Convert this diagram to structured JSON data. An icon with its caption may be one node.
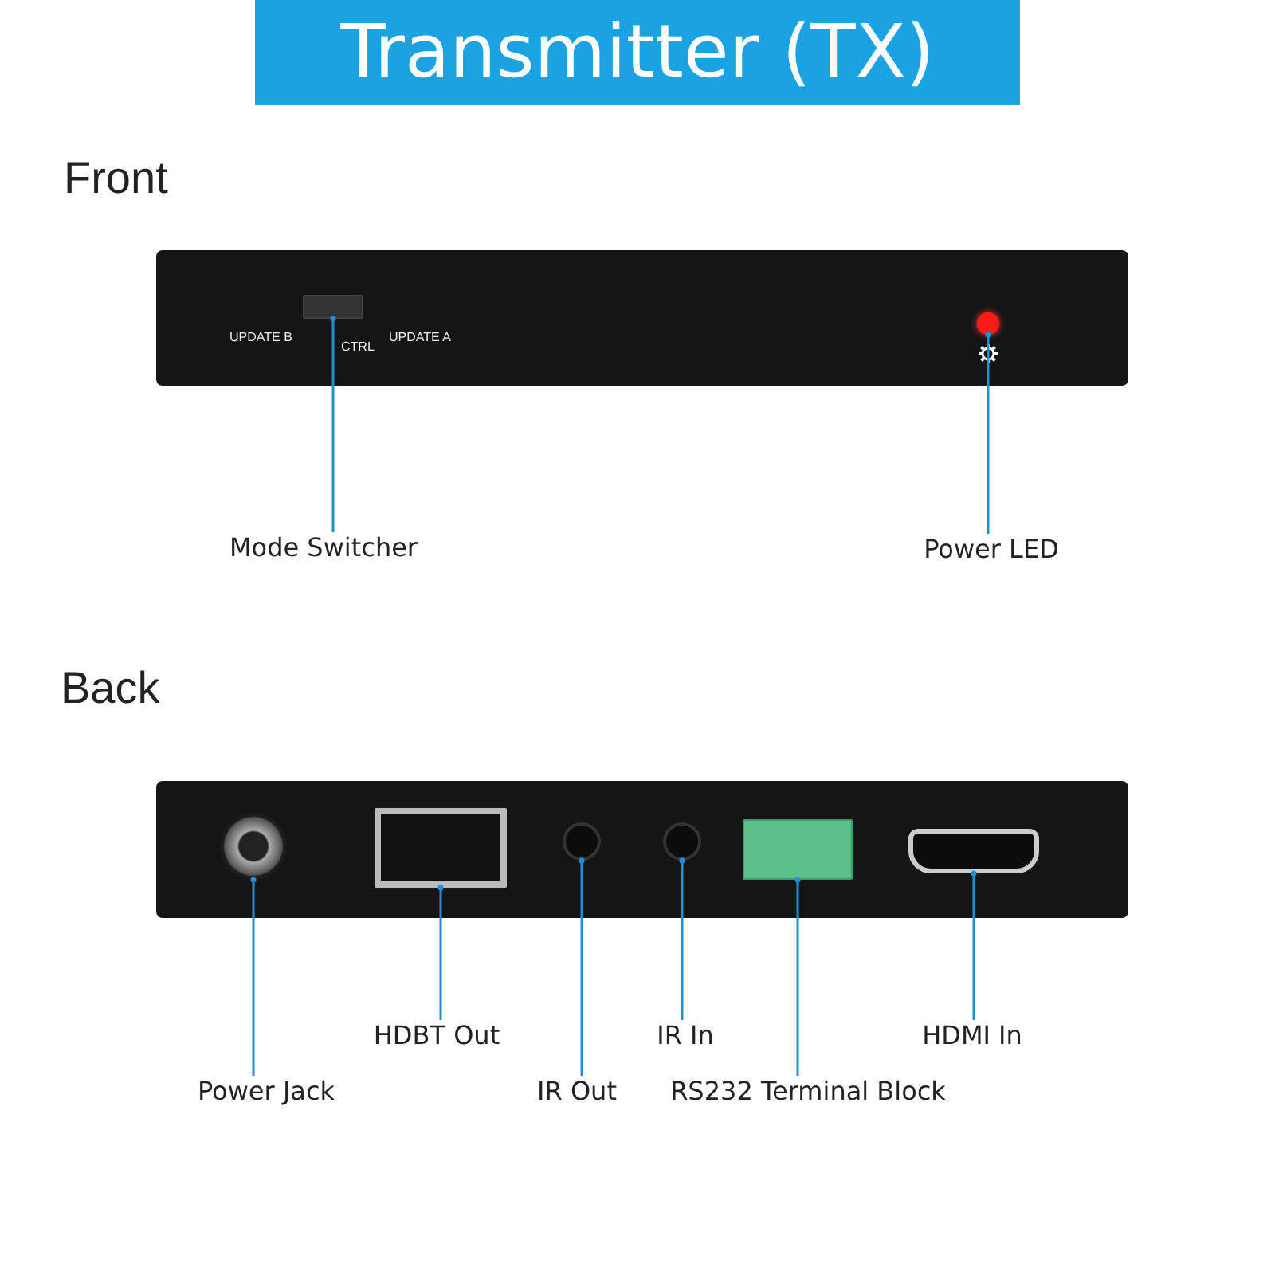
{
  "diagram": {
    "title": "Transmitter (TX)",
    "nodes": [
      {
        "text": [],
        "shape": "picture"
      },
      {
        "text": [],
        "shape": "box",
        "in": 0
      },
      {
        "text": [],
        "shape": "circle",
        "in": 0
      },
      {
        "text": [
          "Mode Switcher"
        ]
      },
      {
        "text": [
          "Power LED"
        ]
      },
      {
        "text": [],
        "shape": "picture"
      },
      {
        "text": [],
        "shape": "circle",
        "in": 5
      },
      {
        "text": [],
        "shape": "box",
        "in": 5
      },
      {
        "text": [],
        "shape": "circle",
        "in": 5
      },
      {
        "text": [],
        "shape": "circle",
        "in": 5
      },
      {
        "text": [],
        "shape": "box",
        "in": 5
      },
      {
        "text": [],
        "shape": "box",
        "in": 5
      },
      {
        "text": [
          "Power Jack"
        ]
      },
      {
        "text": [
          "HDBT Out"
        ]
      },
      {
        "text": [
          "IR Out"
        ]
      },
      {
        "text": [
          "IR In"
        ]
      },
      {
        "text": [
          "RS232 Terminal Block"
        ]
      },
      {
        "text": [
          "HDMI In"
        ]
      }
    ],
    "edges": [
      {
        "from": 3,
        "to": 1,
        "arrow": "other"
      },
      {
        "from": 4,
        "to": 2,
        "arrow": "other"
      },
      {
        "from": 12,
        "to": 6,
        "arrow": "other"
      },
      {
        "from": 13,
        "to": 7,
        "arrow": "other"
      },
      {
        "from": 14,
        "to": 8,
        "arrow": "other"
      },
      {
        "from": 15,
        "to": 9,
        "arrow": "other"
      },
      {
        "from": 16,
        "to": 10,
        "arrow": "other"
      },
      {
        "from": 17,
        "to": 11,
        "arrow": "other"
      }
    ],
    "labels": [
      "Front",
      "UPDATE B",
      "CTRL",
      "UPDATE A",
      "Back"
    ]
  }
}
